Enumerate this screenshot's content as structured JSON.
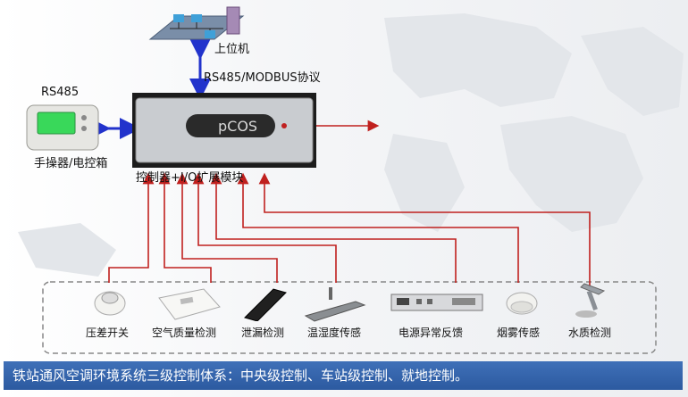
{
  "host": {
    "label": "上位机",
    "protocol": "RS485/MODBUS协议"
  },
  "handset": {
    "bus": "RS485",
    "label": "手操器/电控箱"
  },
  "controller": {
    "brand": "pCOS",
    "label": "控制器+I/O扩展模块"
  },
  "sensors": [
    {
      "label": "压差开关"
    },
    {
      "label": "空气质量检测"
    },
    {
      "label": "泄漏检测"
    },
    {
      "label": "温湿度传感"
    },
    {
      "label": "电源异常反馈"
    },
    {
      "label": "烟雾传感"
    },
    {
      "label": "水质检测"
    }
  ],
  "banner": {
    "text": "铁站通风空调环境系统三级控制体系：中央级控制、车站级控制、就地控制。"
  },
  "colors": {
    "signal_line": "#c0201e",
    "bus_arrow": "#2233cc",
    "banner": "#2c5aa0"
  }
}
